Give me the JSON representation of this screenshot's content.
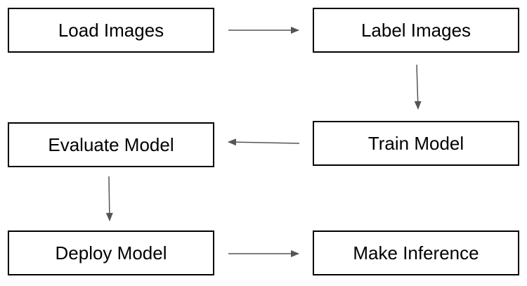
{
  "colors": {
    "box_border": "#000000",
    "box_fill": "#ffffff",
    "text": "#000000",
    "arrow": "#555555"
  },
  "steps": [
    {
      "id": "load",
      "label": "Load Images"
    },
    {
      "id": "label",
      "label": "Label Images"
    },
    {
      "id": "train",
      "label": "Train Model"
    },
    {
      "id": "evaluate",
      "label": "Evaluate Model"
    },
    {
      "id": "deploy",
      "label": "Deploy Model"
    },
    {
      "id": "infer",
      "label": "Make Inference"
    }
  ],
  "connections": [
    {
      "from": "load",
      "to": "label"
    },
    {
      "from": "label",
      "to": "train"
    },
    {
      "from": "train",
      "to": "evaluate"
    },
    {
      "from": "evaluate",
      "to": "deploy"
    },
    {
      "from": "deploy",
      "to": "infer"
    }
  ]
}
